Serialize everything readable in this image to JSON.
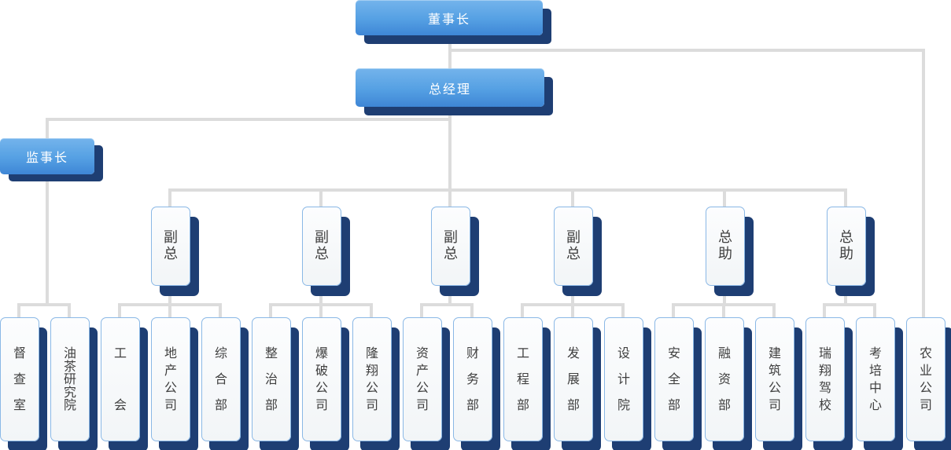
{
  "org_chart": {
    "top": {
      "chairman": "董事长",
      "general_manager": "总经理",
      "supervisor": "监事长"
    },
    "mid": [
      {
        "label": "副总"
      },
      {
        "label": "副总"
      },
      {
        "label": "副总"
      },
      {
        "label": "副总"
      },
      {
        "label": "总助"
      },
      {
        "label": "总助"
      }
    ],
    "bottom": [
      {
        "label": "督查室"
      },
      {
        "label": "油茶研究院"
      },
      {
        "label": "工会"
      },
      {
        "label": "地产公司"
      },
      {
        "label": "综合部"
      },
      {
        "label": "整治部"
      },
      {
        "label": "爆破公司"
      },
      {
        "label": "隆翔公司"
      },
      {
        "label": "资产公司"
      },
      {
        "label": "财务部"
      },
      {
        "label": "工程部"
      },
      {
        "label": "发展部"
      },
      {
        "label": "设计院"
      },
      {
        "label": "安全部"
      },
      {
        "label": "融资部"
      },
      {
        "label": "建筑公司"
      },
      {
        "label": "瑞翔驾校"
      },
      {
        "label": "考培中心"
      },
      {
        "label": "农业公司"
      }
    ],
    "hierarchy": [
      {
        "parent": "董事长",
        "children": [
          "总经理",
          "农业公司"
        ]
      },
      {
        "parent": "总经理",
        "children": [
          "监事长",
          "副总",
          "副总",
          "副总",
          "副总",
          "总助",
          "总助"
        ]
      },
      {
        "parent": "监事长",
        "children": [
          "督查室",
          "油茶研究院"
        ]
      },
      {
        "parent": "副总(1)",
        "children": [
          "工会",
          "地产公司",
          "综合部"
        ]
      },
      {
        "parent": "副总(2)",
        "children": [
          "整治部",
          "爆破公司",
          "隆翔公司"
        ]
      },
      {
        "parent": "副总(3)",
        "children": [
          "资产公司",
          "财务部"
        ]
      },
      {
        "parent": "副总(4)",
        "children": [
          "工程部",
          "发展部",
          "设计院"
        ]
      },
      {
        "parent": "总助(1)",
        "children": [
          "安全部",
          "融资部",
          "建筑公司"
        ]
      },
      {
        "parent": "总助(2)",
        "children": [
          "瑞翔驾校",
          "考培中心"
        ]
      }
    ],
    "colors": {
      "box_blue_top": "#74b4ec",
      "box_blue_bottom": "#3e86d6",
      "shadow_navy": "#1e3e73",
      "connector_gray": "#dcdcdc",
      "node_fill": "#f4f6f8",
      "node_border": "#8ab8e6",
      "node_text": "#3f3f3f",
      "blue_box_text": "#ffffff"
    }
  }
}
